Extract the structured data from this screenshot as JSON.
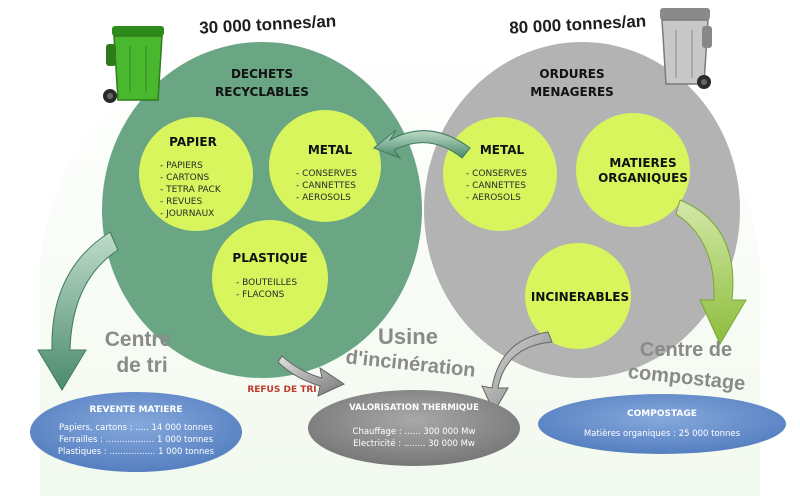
{
  "tonnage_left": "30 000 tonnes/an",
  "tonnage_right": "80 000 tonnes/an",
  "left_circle": {
    "title_line1": "DECHETS",
    "title_line2": "RECYCLABLES"
  },
  "right_circle": {
    "title_line1": "ORDURES",
    "title_line2": "MENAGERES"
  },
  "papier": {
    "title": "PAPIER",
    "items": [
      "- PAPIERS",
      "- CARTONS",
      "- TETRA PACK",
      "- REVUES",
      "- JOURNAUX"
    ]
  },
  "metal_left": {
    "title": "METAL",
    "items": [
      "- CONSERVES",
      "- CANNETTES",
      "- AEROSOLS"
    ]
  },
  "plastique": {
    "title": "PLASTIQUE",
    "items": [
      "- BOUTEILLES",
      "- FLACONS"
    ]
  },
  "metal_right": {
    "title": "METAL",
    "items": [
      "- CONSERVES",
      "- CANNETTES",
      "- AEROSOLS"
    ]
  },
  "organiques": {
    "title_line1": "MATIERES",
    "title_line2": "ORGANIQUES"
  },
  "incinerables": {
    "title": "INCINERABLES"
  },
  "centre_tri": {
    "line1": "Centre",
    "line2": "de tri"
  },
  "usine": {
    "line1": "Usine",
    "line2": "d'incinération"
  },
  "centre_compostage": {
    "line1": "Centre de",
    "line2": "compostage"
  },
  "refus_tri": "REFUS DE TRI",
  "revente": {
    "title": "REVENTE MATIERE",
    "lines": [
      "Papiers, cartons : ..... 14 000 tonnes",
      "Ferrailles : .................. 1 000 tonnes",
      "Plastiques : ................. 1 000 tonnes"
    ]
  },
  "valorisation": {
    "title": "VALORISATION THERMIQUE",
    "lines": [
      "Chauffage : ...... 300 000 Mw",
      "Electricité : ........ 30 000 Mw"
    ]
  },
  "compostage": {
    "title": "COMPOSTAGE",
    "line": "Matières organiques : 25 000 tonnes"
  },
  "colors": {
    "left_circle": "#6aa584",
    "right_circle": "#b3b3b3",
    "sub_circle": "#d8f55e",
    "bottom_oval_blue": "#5b87c9",
    "bottom_oval_gray": "#8c8c8c",
    "bin_green": "#49b82f",
    "bin_gray": "#9a9a9a"
  },
  "icons": [
    "green-recycling-bin-icon",
    "gray-trash-bin-icon"
  ]
}
